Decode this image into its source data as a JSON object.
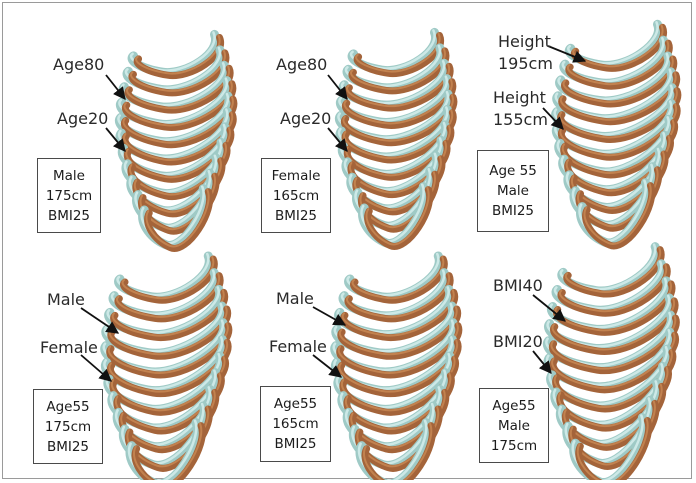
{
  "colors": {
    "rib_older": "#9fcac6",
    "rib_younger": "#a4643a",
    "rib_highlight_light": "#d2ecea",
    "rib_highlight_dark": "#c98a55",
    "arrow": "#111111",
    "label_border": "#4a4a4a"
  },
  "panels": [
    {
      "annotations": [
        "Age80",
        "Age20"
      ],
      "label_lines": [
        "Male",
        "175cm",
        "BMI25"
      ]
    },
    {
      "annotations": [
        "Age80",
        "Age20"
      ],
      "label_lines": [
        "Female",
        "165cm",
        "BMI25"
      ]
    },
    {
      "annotations": [
        "Height\n195cm",
        "Height\n155cm"
      ],
      "label_lines": [
        "Age 55",
        "Male",
        "BMI25"
      ]
    },
    {
      "annotations": [
        "Male",
        "Female"
      ],
      "label_lines": [
        "Age55",
        "175cm",
        "BMI25"
      ]
    },
    {
      "annotations": [
        "Male",
        "Female"
      ],
      "label_lines": [
        "Age55",
        "165cm",
        "BMI25"
      ]
    },
    {
      "annotations": [
        "BMI40",
        "BMI20"
      ],
      "label_lines": [
        "Age55",
        "Male",
        "175cm"
      ]
    }
  ]
}
